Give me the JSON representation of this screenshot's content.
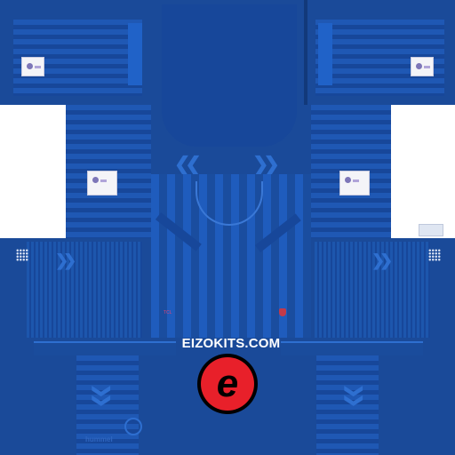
{
  "watermark": {
    "site": "EIZOKITS.COM",
    "logo_letter": "e",
    "logo_colors": {
      "ring": "#000000",
      "fill": "#e8202a",
      "letter": "#000000"
    }
  },
  "kit": {
    "base_color": "#1a4a99",
    "stripe_light": "#1f5cbd",
    "stripe_dark": "#17479a",
    "accent_chevron": "#2e6fd0"
  },
  "labels": {
    "sponsor": "TCL",
    "brand": "hummel"
  }
}
